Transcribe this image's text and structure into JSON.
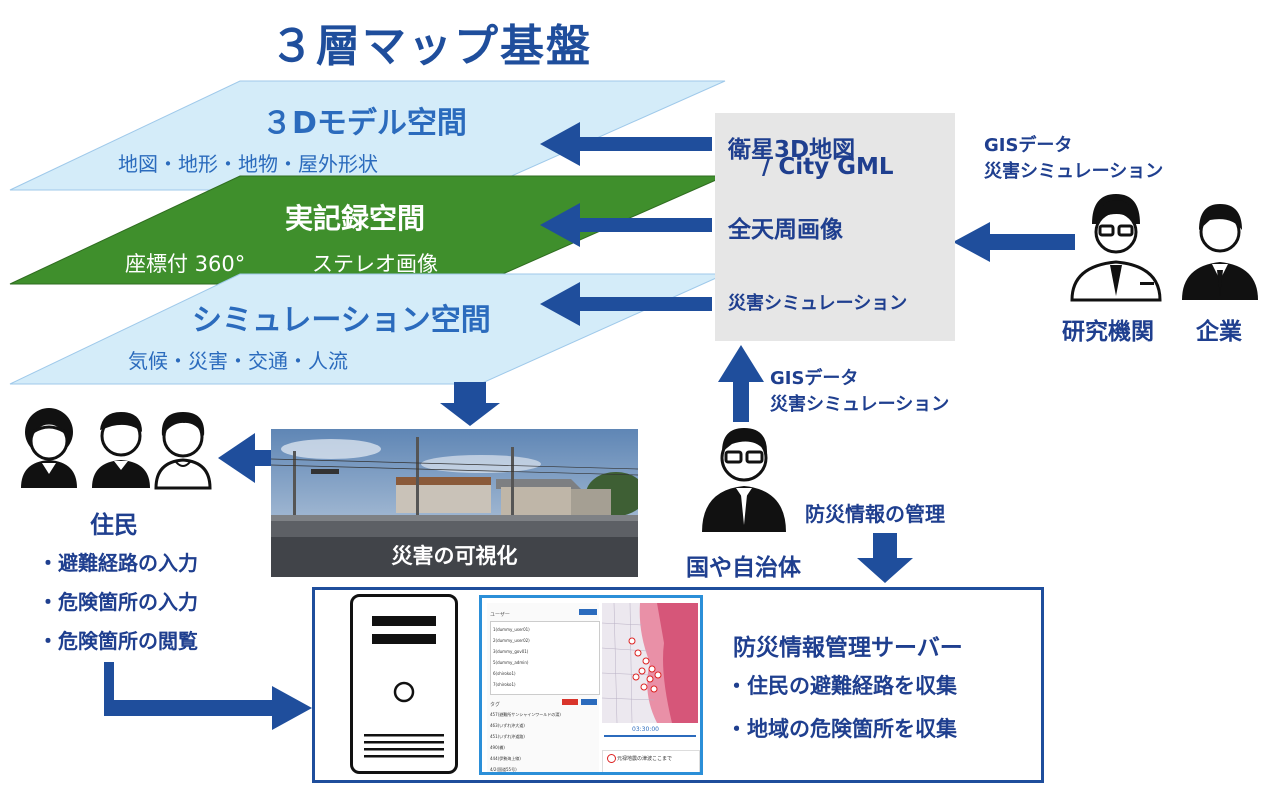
{
  "title": "３層マップ基盤",
  "layers": [
    {
      "title": "３Dモデル空間",
      "subtitle": "地図・地形・地物・屋外形状",
      "color": "#d4ecf9"
    },
    {
      "title": "実記録空間",
      "subtitle_a": "座標付 360°",
      "subtitle_b": "ステレオ画像",
      "color": "#3f8f2c"
    },
    {
      "title": "シミュレーション空間",
      "subtitle": "気候・災害・交通・人流",
      "color": "#d4ecf9"
    }
  ],
  "sources": {
    "item1_line1": "衛星3D地図",
    "item1_line2": "/ City GML",
    "item2": "全天周画像",
    "item3": "災害シミュレーション"
  },
  "gis_top": {
    "line1": "GISデータ",
    "line2": "災害シミュレーション"
  },
  "gis_mid": {
    "line1": "GISデータ",
    "line2": "災害シミュレーション"
  },
  "actors": {
    "research": "研究機関",
    "company": "企業",
    "government": "国や自治体",
    "residents": "住民"
  },
  "resident_bullets": [
    "・避難経路の入力",
    "・危険箇所の入力",
    "・危険箇所の閲覧"
  ],
  "photo_caption": "災害の可視化",
  "disaster_mgmt": "防災情報の管理",
  "server": {
    "title": "防災情報管理サーバー",
    "bullets": [
      "・住民の避難経路を収集",
      "・地域の危険箇所を収集"
    ]
  },
  "screen": {
    "users_label": "ユーザー",
    "users": [
      "1(dummy_user01)",
      "2(dummy_user02)",
      "3(dummy_gov01)",
      "5(dummy_admin)",
      "6(shiroko1)",
      "7(shiroko1)"
    ],
    "tags_label": "タグ",
    "tags": [
      "457(避難所サンシャインワールドの湯)",
      "463(いずれ沖大道)",
      "451(いずれ沖道路)",
      "490(橋)",
      "444(伊勢海上線)",
      "4/2(国道55号)"
    ],
    "time_label": "03:30:00",
    "note": "元禄地震の津波ここまで"
  },
  "colors": {
    "primary_blue": "#1f4e9c",
    "layer_blue": "#d4ecf9",
    "layer_green": "#3f8f2c",
    "source_gray": "#e6e6e6",
    "screen_border": "#2b8fd8"
  }
}
